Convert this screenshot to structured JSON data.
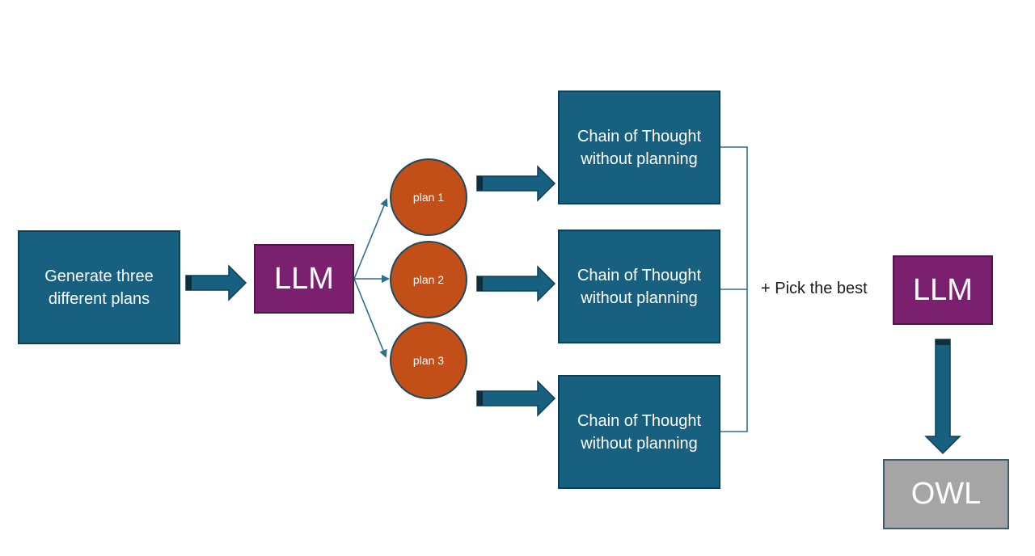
{
  "boxes": {
    "generate": "Generate three\ndifferent plans",
    "llm_main": "LLM",
    "cot_1": "Chain of Thought\nwithout planning",
    "cot_2": "Chain of Thought\nwithout planning",
    "cot_3": "Chain of Thought\nwithout planning",
    "llm_select": "LLM",
    "owl": "OWL"
  },
  "plans": [
    "plan 1",
    "plan 2",
    "plan 3"
  ],
  "pick_label": "+ Pick the best",
  "colors": {
    "box_blue": "#17607f",
    "llm_purple": "#7b206f",
    "plan_orange": "#c14f17",
    "owl_gray": "#a5a5a5",
    "arrow": "#17607f"
  }
}
